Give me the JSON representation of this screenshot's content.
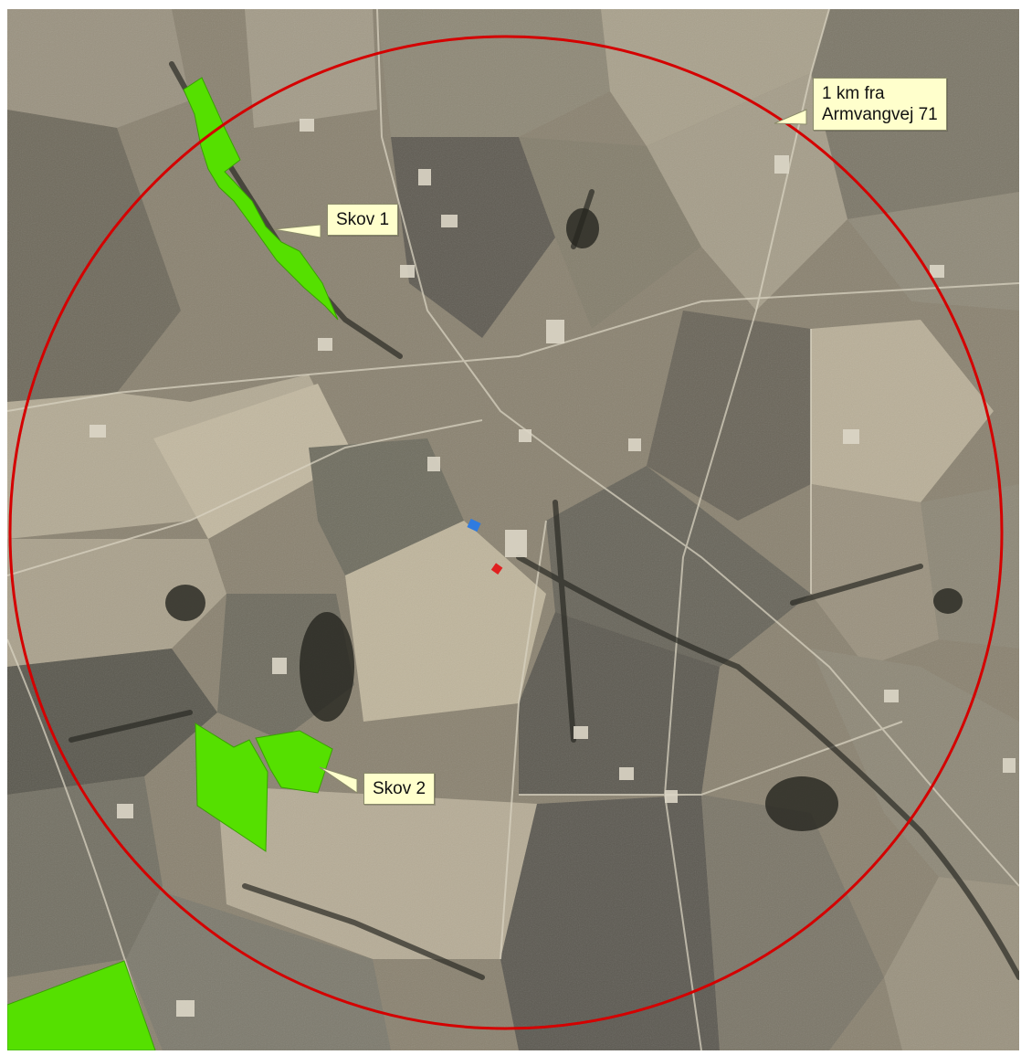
{
  "labels": {
    "forest_1": "Skov 1",
    "forest_2": "Skov 2",
    "radius_line1": "1 km fra",
    "radius_line2": "Armvangvej 71"
  },
  "map": {
    "radius_km": 1,
    "colors": {
      "buffer_circle": "#d40000",
      "forest": "#55e000",
      "marker_blue": "#2f7be0",
      "marker_red": "#e02020",
      "callout_fill": "#ffffcc"
    }
  }
}
